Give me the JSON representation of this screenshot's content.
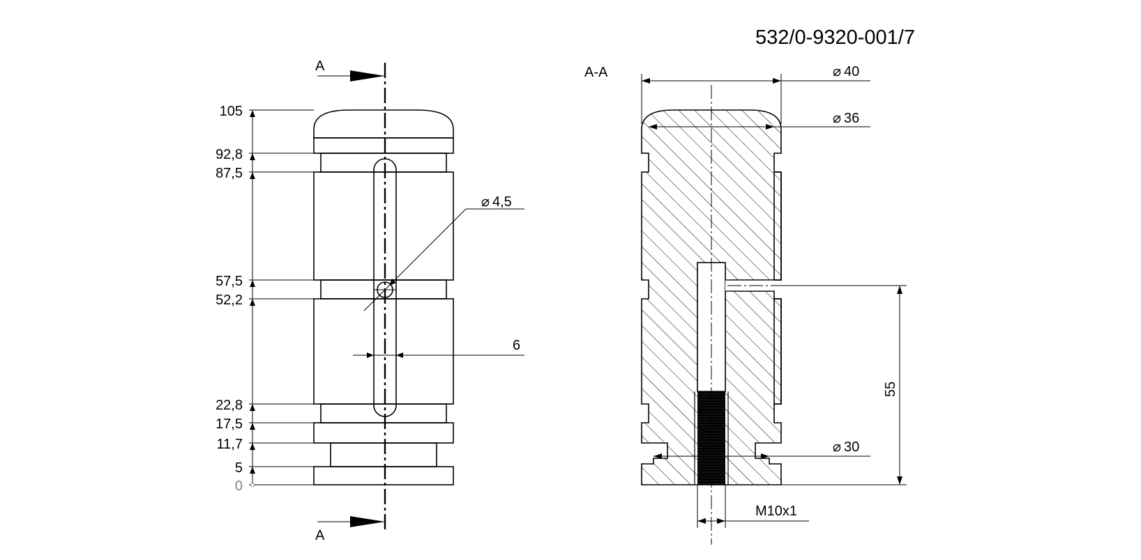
{
  "drawing": {
    "number": "532/0-9320-001/7",
    "section_marker_top": "A",
    "section_marker_bottom": "A",
    "section_title": "A-A",
    "height_marks": [
      "105",
      "92,8",
      "87,5",
      "57,5",
      "52,2",
      "22,8",
      "17,5",
      "11,7",
      "5",
      "0"
    ],
    "hole_diameter": "4,5",
    "slot_width": "6",
    "outer_diameter": "40",
    "collar_diameter": "36",
    "groove_diameter": "30",
    "hole_height": "55",
    "thread": "M10x1"
  },
  "symbols": {
    "diameter": "⌀"
  },
  "colors": {
    "line": "#000000",
    "zero_label": "#808080",
    "background": "#ffffff"
  }
}
